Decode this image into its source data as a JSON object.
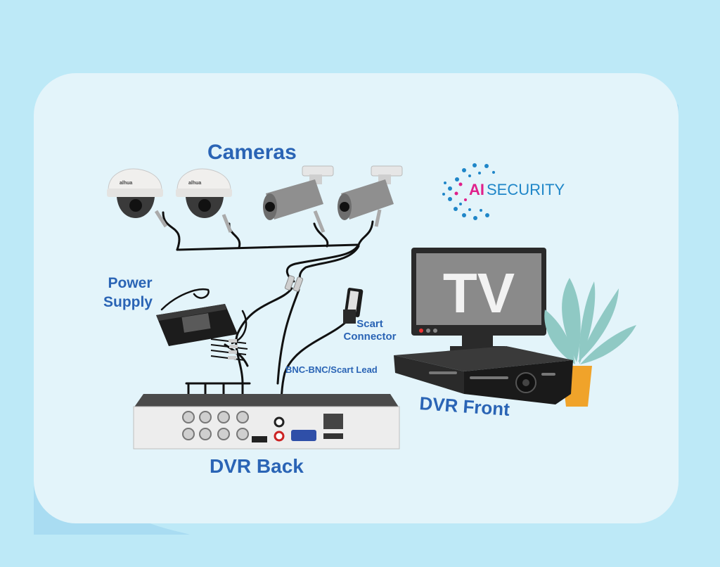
{
  "labels": {
    "cameras": "Cameras",
    "power_supply_line1": "Power",
    "power_supply_line2": "Supply",
    "scart_line1": "Scart",
    "scart_line2": "Connector",
    "lead": "BNC-BNC/Scart Lead",
    "dvr_back": "DVR Back",
    "dvr_front": "DVR Front",
    "tv": "TV"
  },
  "logo": {
    "prefix": "AI",
    "word": "SECURITY"
  },
  "device_brand": "alhua",
  "colors": {
    "background": "#bde9f7",
    "panel": "#e3f4fa",
    "label_blue": "#2a64b5",
    "logo_pink": "#e0208a",
    "logo_blue": "#1f86c8",
    "pot": "#f0a32a"
  }
}
